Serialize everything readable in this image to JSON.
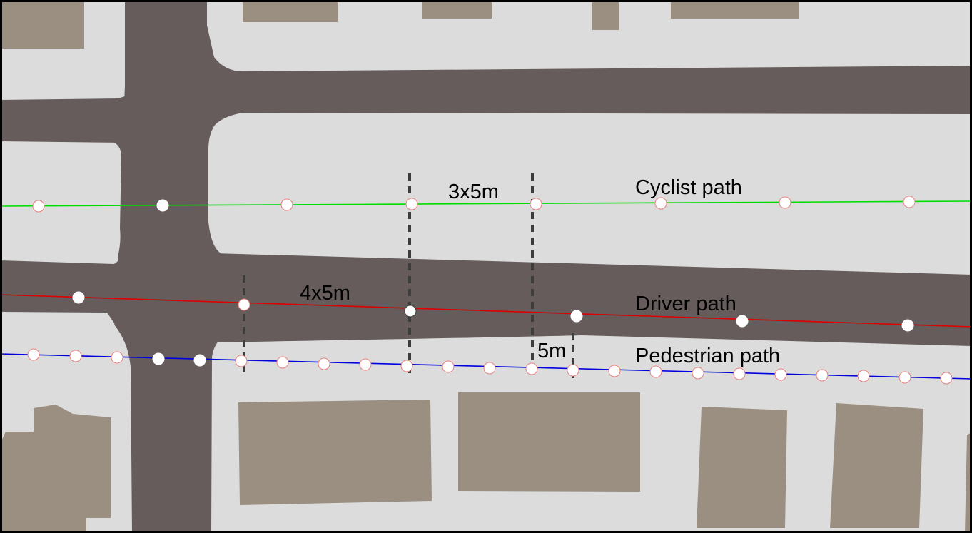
{
  "colors": {
    "ground": "#dcdcdc",
    "road": "#655c5b",
    "building": "#9a8f80",
    "frame": "#000000",
    "cyclist_path": "#00dd00",
    "driver_path": "#dd0000",
    "pedestrian_path": "#0000dd",
    "dimension_line": "#3c3c3c",
    "sample_point": "#ffffff",
    "sample_point_outline": "#e88080"
  },
  "labels": {
    "cyclist_path": "Cyclist path",
    "driver_path": "Driver path",
    "pedestrian_path": "Pedestrian path",
    "cyclist_spacing": "3x5m",
    "driver_spacing": "4x5m",
    "pedestrian_spacing": "5m"
  },
  "icons": {
    "sample_point": "circle-marker-icon"
  }
}
